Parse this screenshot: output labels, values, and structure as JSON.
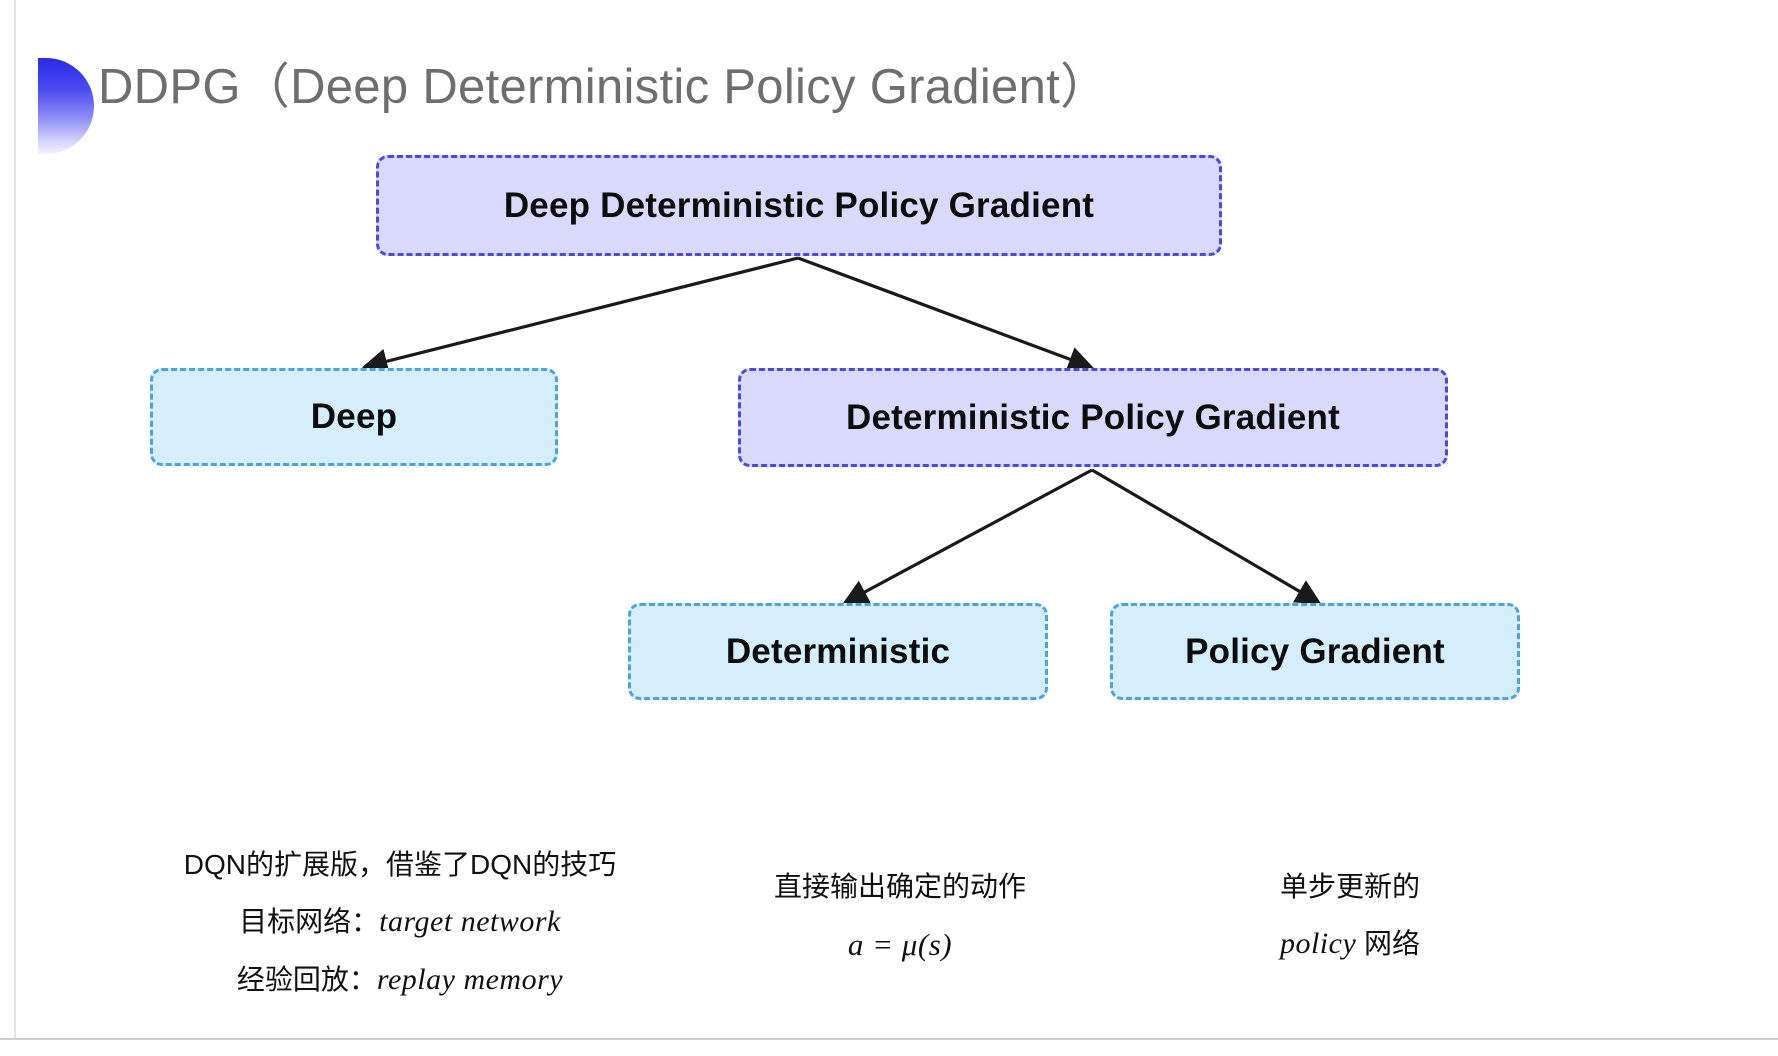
{
  "title": {
    "text": "DDPG（Deep Deterministic Policy Gradient）",
    "color": "#6e6e6e",
    "bullet_icon": "half-circle-bullet-icon",
    "bullet_gradient_from": "#2a2ae8",
    "bullet_gradient_to": "#f4f4ff"
  },
  "palette": {
    "purple_fill": "#d9d9fb",
    "purple_border": "#4a4ae0",
    "blue_fill": "#d4eefb",
    "blue_border": "#4da3dd",
    "arrow_color": "#1a1a1a",
    "text_color": "#0d0d0d"
  },
  "diagram": {
    "nodes": [
      {
        "id": "root",
        "label": "Deep Deterministic Policy Gradient",
        "style": "purple",
        "level": 0
      },
      {
        "id": "deep",
        "label": "Deep",
        "style": "blue",
        "level": 1
      },
      {
        "id": "dpg",
        "label": "Deterministic Policy Gradient",
        "style": "purple",
        "level": 1
      },
      {
        "id": "deterministic",
        "label": "Deterministic",
        "style": "blue",
        "level": 2
      },
      {
        "id": "policy_gradient",
        "label": "Policy Gradient",
        "style": "blue",
        "level": 2
      }
    ],
    "edges": [
      {
        "from": "root",
        "to": "deep",
        "arrow": true
      },
      {
        "from": "root",
        "to": "dpg",
        "arrow": true
      },
      {
        "from": "dpg",
        "to": "deterministic",
        "arrow": true
      },
      {
        "from": "dpg",
        "to": "policy_gradient",
        "arrow": true
      }
    ]
  },
  "annotations": {
    "left": {
      "line1": "DQN的扩展版，借鉴了DQN的技巧",
      "line2_label": "目标网络：",
      "line2_term": "target network",
      "line3_label": "经验回放：",
      "line3_term": "replay memory"
    },
    "middle": {
      "line1": "直接输出确定的动作",
      "formula": "a = μ(s)"
    },
    "right": {
      "line1": "单步更新的",
      "line2_term": "policy",
      "line2_suffix": " 网络"
    }
  }
}
